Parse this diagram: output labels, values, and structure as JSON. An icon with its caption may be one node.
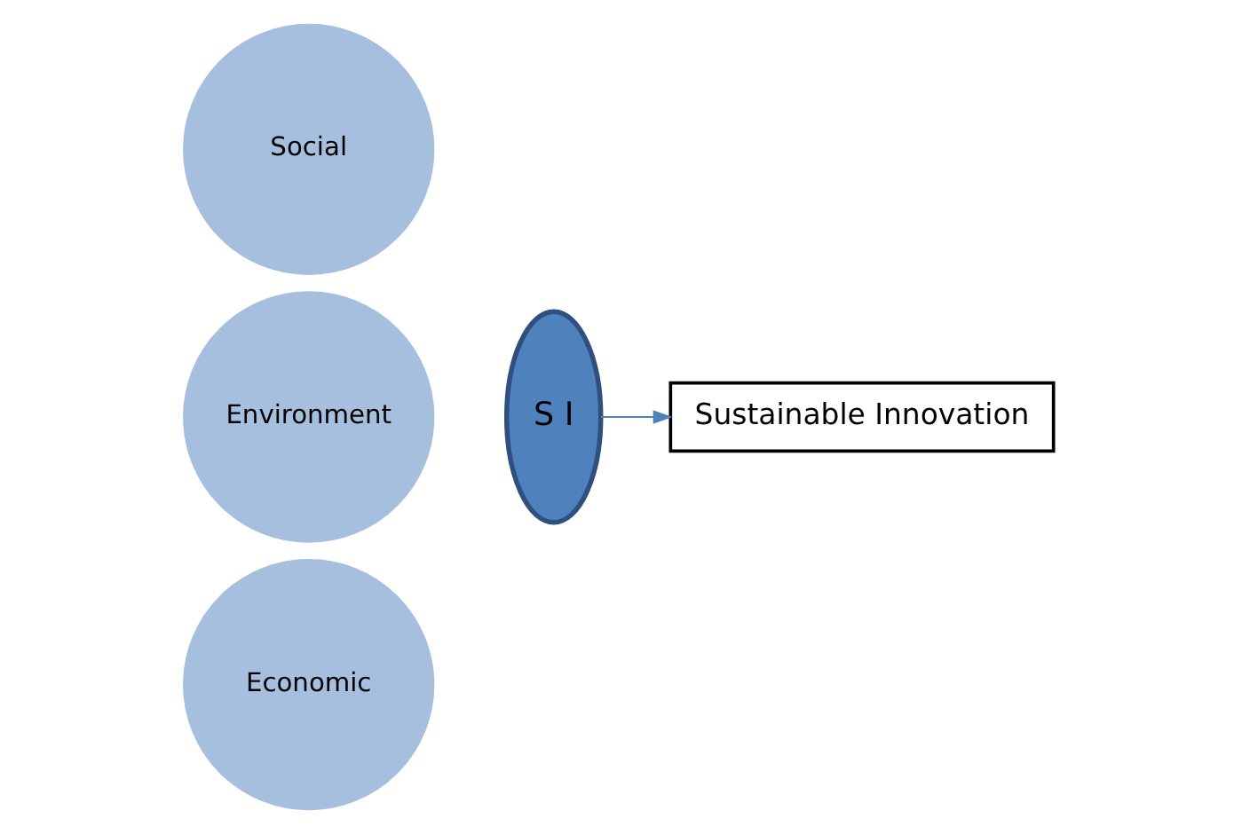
{
  "diagram": {
    "nodes": [
      {
        "text": [
          "Social"
        ]
      },
      {
        "text": [
          "Environment"
        ]
      },
      {
        "text": [
          "Economic"
        ]
      },
      {
        "text": [
          "S I"
        ]
      },
      {
        "text": [
          "Sustainable Innovation"
        ]
      }
    ],
    "edges": [
      {
        "from": 3,
        "to": 4,
        "arrow": "to"
      }
    ]
  }
}
